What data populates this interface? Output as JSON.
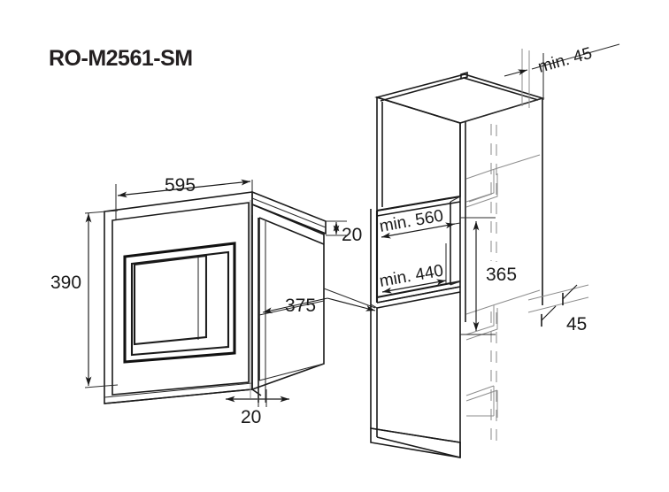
{
  "document": {
    "type": "technical-installation-drawing",
    "title": "RO-M2561-SM",
    "product": "built-in oven"
  },
  "views": {
    "left": {
      "name": "oven-appliance-view",
      "description": "perspective view of built-in oven showing front panel, door window and body depth"
    },
    "right": {
      "name": "cabinet-niche-view",
      "description": "perspective view of tall kitchen cabinet with installation niche"
    }
  },
  "dimensions": {
    "oven_width": "595",
    "oven_height": "390",
    "oven_depth": "375",
    "flange_top": "20",
    "flange_bottom": "20",
    "niche_depth_min": "min. 560",
    "niche_width_min": "min. 440",
    "niche_height": "365",
    "gap_top_min": "min. 45",
    "gap_rear": "45"
  },
  "labels": [
    {
      "id": "d-595",
      "text": "595",
      "view": "left",
      "style": "upright"
    },
    {
      "id": "d-390",
      "text": "390",
      "view": "left",
      "style": "upright"
    },
    {
      "id": "d-375",
      "text": "375",
      "view": "left",
      "style": "upright"
    },
    {
      "id": "d-20-top",
      "text": "20",
      "view": "left",
      "style": "upright"
    },
    {
      "id": "d-20-bot",
      "text": "20",
      "view": "left",
      "style": "upright"
    },
    {
      "id": "d-min45",
      "text": "min. 45",
      "view": "right",
      "style": "rotated"
    },
    {
      "id": "d-min560",
      "text": "min. 560",
      "view": "right",
      "style": "rotated"
    },
    {
      "id": "d-min440",
      "text": "min. 440",
      "view": "right",
      "style": "rotated"
    },
    {
      "id": "d-365",
      "text": "365",
      "view": "right",
      "style": "upright"
    },
    {
      "id": "d-45",
      "text": "45",
      "view": "right",
      "style": "upright"
    }
  ],
  "colors": {
    "line": "#1a1a1a",
    "hidden_line": "#8d8d8d",
    "background": "#ffffff",
    "title": "#231f20"
  }
}
